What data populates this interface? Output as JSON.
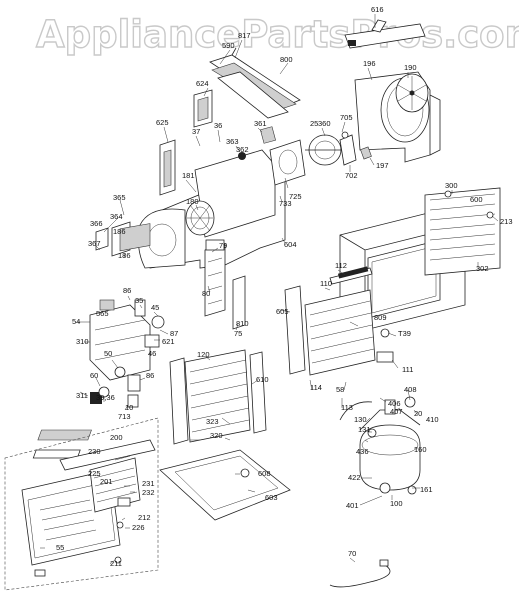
{
  "watermark": "AppliancePartsPros.com",
  "callouts": [
    {
      "id": "616",
      "text": "616"
    },
    {
      "id": "817",
      "text": "817"
    },
    {
      "id": "590",
      "text": "590"
    },
    {
      "id": "800",
      "text": "800"
    },
    {
      "id": "624",
      "text": "624"
    },
    {
      "id": "196",
      "text": "196"
    },
    {
      "id": "190",
      "text": "190"
    },
    {
      "id": "625",
      "text": "625"
    },
    {
      "id": "37",
      "text": "37"
    },
    {
      "id": "36",
      "text": "36"
    },
    {
      "id": "361",
      "text": "361"
    },
    {
      "id": "360",
      "text": "360"
    },
    {
      "id": "363",
      "text": "363"
    },
    {
      "id": "362",
      "text": "362"
    },
    {
      "id": "25",
      "text": "25"
    },
    {
      "id": "705",
      "text": "705"
    },
    {
      "id": "702",
      "text": "702"
    },
    {
      "id": "197",
      "text": "197"
    },
    {
      "id": "181",
      "text": "181"
    },
    {
      "id": "725",
      "text": "725"
    },
    {
      "id": "733",
      "text": "733"
    },
    {
      "id": "180",
      "text": "180"
    },
    {
      "id": "365",
      "text": "365"
    },
    {
      "id": "364",
      "text": "364"
    },
    {
      "id": "366",
      "text": "366"
    },
    {
      "id": "186a",
      "text": "186"
    },
    {
      "id": "367",
      "text": "367"
    },
    {
      "id": "186b",
      "text": "186"
    },
    {
      "id": "79",
      "text": "79"
    },
    {
      "id": "604",
      "text": "604"
    },
    {
      "id": "300",
      "text": "300"
    },
    {
      "id": "600",
      "text": "600"
    },
    {
      "id": "213",
      "text": "213"
    },
    {
      "id": "302",
      "text": "302"
    },
    {
      "id": "80",
      "text": "80"
    },
    {
      "id": "75",
      "text": "75"
    },
    {
      "id": "810",
      "text": "810"
    },
    {
      "id": "112",
      "text": "112"
    },
    {
      "id": "110",
      "text": "110"
    },
    {
      "id": "605",
      "text": "605"
    },
    {
      "id": "809",
      "text": "809"
    },
    {
      "id": "t39",
      "text": "T39"
    },
    {
      "id": "111",
      "text": "111"
    },
    {
      "id": "86a",
      "text": "86"
    },
    {
      "id": "35",
      "text": "35"
    },
    {
      "id": "45",
      "text": "45"
    },
    {
      "id": "54",
      "text": "54"
    },
    {
      "id": "565",
      "text": "565"
    },
    {
      "id": "87",
      "text": "87"
    },
    {
      "id": "310",
      "text": "310"
    },
    {
      "id": "621",
      "text": "621"
    },
    {
      "id": "46",
      "text": "46"
    },
    {
      "id": "50",
      "text": "50"
    },
    {
      "id": "60",
      "text": "60"
    },
    {
      "id": "86b",
      "text": "86"
    },
    {
      "id": "311",
      "text": "311"
    },
    {
      "id": "3936",
      "text": "39,36"
    },
    {
      "id": "10",
      "text": "10"
    },
    {
      "id": "713",
      "text": "713"
    },
    {
      "id": "120",
      "text": "120"
    },
    {
      "id": "610",
      "text": "610"
    },
    {
      "id": "114",
      "text": "114"
    },
    {
      "id": "58",
      "text": "58"
    },
    {
      "id": "113",
      "text": "113"
    },
    {
      "id": "408",
      "text": "408"
    },
    {
      "id": "406",
      "text": "406"
    },
    {
      "id": "407",
      "text": "407"
    },
    {
      "id": "20",
      "text": "20"
    },
    {
      "id": "410",
      "text": "410"
    },
    {
      "id": "130",
      "text": "130"
    },
    {
      "id": "131",
      "text": "131"
    },
    {
      "id": "323",
      "text": "323"
    },
    {
      "id": "320",
      "text": "320"
    },
    {
      "id": "200",
      "text": "200"
    },
    {
      "id": "230",
      "text": "230"
    },
    {
      "id": "436",
      "text": "436"
    },
    {
      "id": "160",
      "text": "160"
    },
    {
      "id": "225",
      "text": "225"
    },
    {
      "id": "201",
      "text": "201"
    },
    {
      "id": "231",
      "text": "231"
    },
    {
      "id": "232",
      "text": "232"
    },
    {
      "id": "608",
      "text": "608"
    },
    {
      "id": "422",
      "text": "422"
    },
    {
      "id": "161",
      "text": "161"
    },
    {
      "id": "603",
      "text": "603"
    },
    {
      "id": "401",
      "text": "401"
    },
    {
      "id": "100",
      "text": "100"
    },
    {
      "id": "212",
      "text": "212"
    },
    {
      "id": "226",
      "text": "226"
    },
    {
      "id": "55",
      "text": "55"
    },
    {
      "id": "211",
      "text": "211"
    },
    {
      "id": "70",
      "text": "70"
    }
  ]
}
